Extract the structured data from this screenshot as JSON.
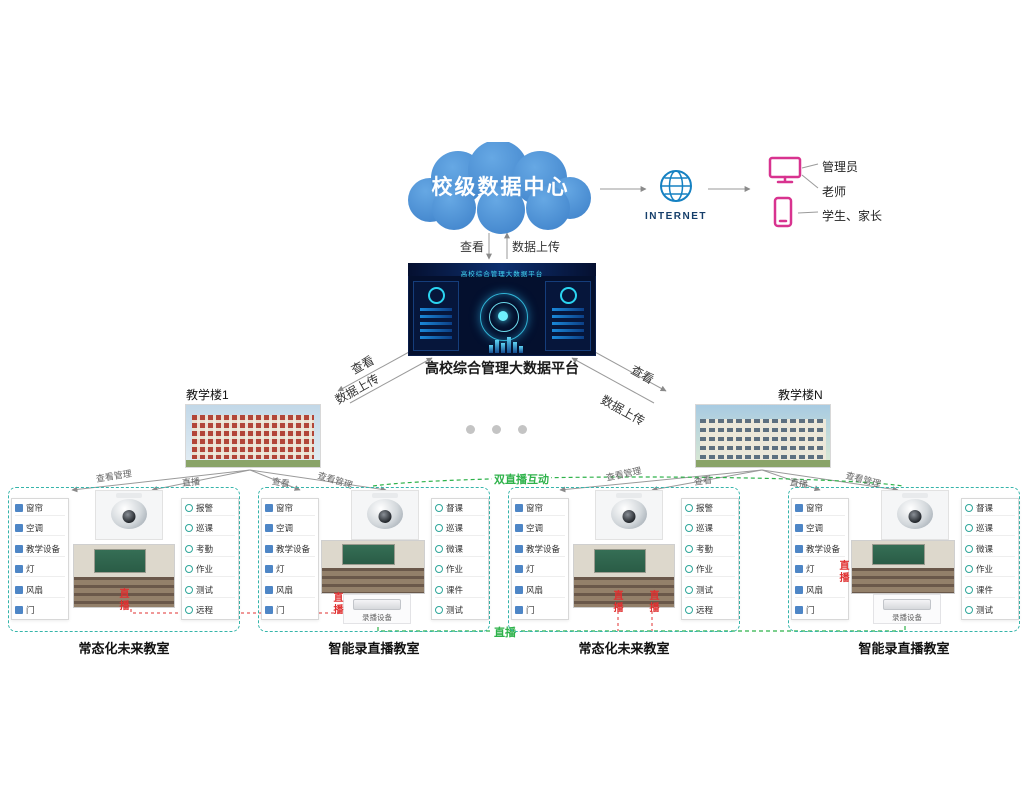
{
  "cloud": {
    "title": "校级数据中心",
    "color": "#4b90d6"
  },
  "internet": {
    "label": "INTERNET"
  },
  "users": {
    "items": [
      {
        "label": "管理员",
        "icon": "monitor-icon"
      },
      {
        "label": "老师",
        "icon": "monitor-icon"
      },
      {
        "label": "学生、家长",
        "icon": "phone-icon"
      }
    ]
  },
  "platform": {
    "label": "高校综合管理大数据平台",
    "screen_title": "高校综合管理大数据平台"
  },
  "links": {
    "view": "查看",
    "upload": "数据上传",
    "view_manage": "查看管理",
    "live": "直播",
    "dual_live": "双直播互动"
  },
  "buildings": [
    {
      "label": "教学楼1"
    },
    {
      "label": "教学楼N"
    }
  ],
  "classrooms": [
    {
      "type": "normal",
      "label": "常态化未来教室",
      "devices": [
        "窗帘",
        "空调",
        "教学设备",
        "灯",
        "风扇",
        "门"
      ],
      "functions": [
        "报警",
        "巡课",
        "考勤",
        "作业",
        "测试",
        "远程"
      ]
    },
    {
      "type": "recording",
      "label": "智能录直播教室",
      "devices": [
        "窗帘",
        "空调",
        "教学设备",
        "灯",
        "风扇",
        "门"
      ],
      "functions": [
        "督课",
        "巡课",
        "微课",
        "作业",
        "课件",
        "测试"
      ],
      "recorder_label": "录播设备"
    },
    {
      "type": "normal",
      "label": "常态化未来教室",
      "devices": [
        "窗帘",
        "空调",
        "教学设备",
        "灯",
        "风扇",
        "门"
      ],
      "functions": [
        "报警",
        "巡课",
        "考勤",
        "作业",
        "测试",
        "远程"
      ]
    },
    {
      "type": "recording",
      "label": "智能录直播教室",
      "devices": [
        "窗帘",
        "空调",
        "教学设备",
        "灯",
        "风扇",
        "门"
      ],
      "functions": [
        "督课",
        "巡课",
        "微课",
        "作业",
        "课件",
        "测试"
      ],
      "recorder_label": "录播设备"
    }
  ],
  "colors": {
    "accent_green": "#2eb24a",
    "accent_red": "#e03030",
    "dashed_teal": "#35b5aa",
    "cloud_blue": "#4b90d6"
  }
}
